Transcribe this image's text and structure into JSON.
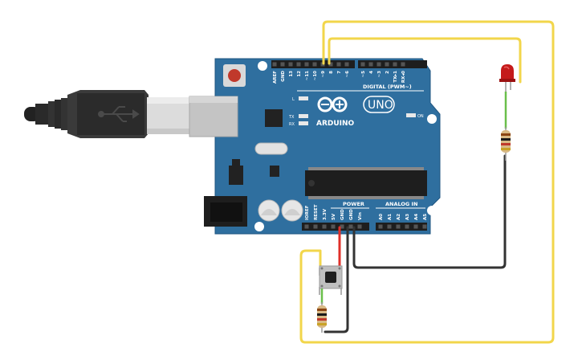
{
  "board": {
    "logo_text": "ARDUINO",
    "model": "UNO",
    "header_digital": "DIGITAL (PWM~)",
    "header_power": "POWER",
    "header_analog": "ANALOG IN",
    "led_on": "ON",
    "led_l": "L",
    "led_tx": "TX",
    "led_rx": "RX",
    "digital_pins": [
      "AREF",
      "GND",
      "13",
      "12",
      "~11",
      "~10",
      "~9",
      "8",
      "7",
      "~6",
      "~5",
      "4",
      "~3",
      "2",
      "TX▸1",
      "RX◂0"
    ],
    "power_pins": [
      "IOREF",
      "RESET",
      "3.3V",
      "5V",
      "GND",
      "GND",
      "Vin"
    ],
    "analog_pins": [
      "A0",
      "A1",
      "A2",
      "A3",
      "A4",
      "A5"
    ]
  },
  "colors": {
    "board": "#2f6f9f",
    "board_edge": "#1f5580",
    "wire_yellow": "#f2d64b",
    "wire_black": "#333333",
    "wire_red": "#e0302a",
    "wire_green": "#6abf4b",
    "led_red": "#c41a1a"
  },
  "components": {
    "usb_cable": "usb-cable",
    "led": "red-led",
    "resistors": 2,
    "button": "pushbutton"
  }
}
